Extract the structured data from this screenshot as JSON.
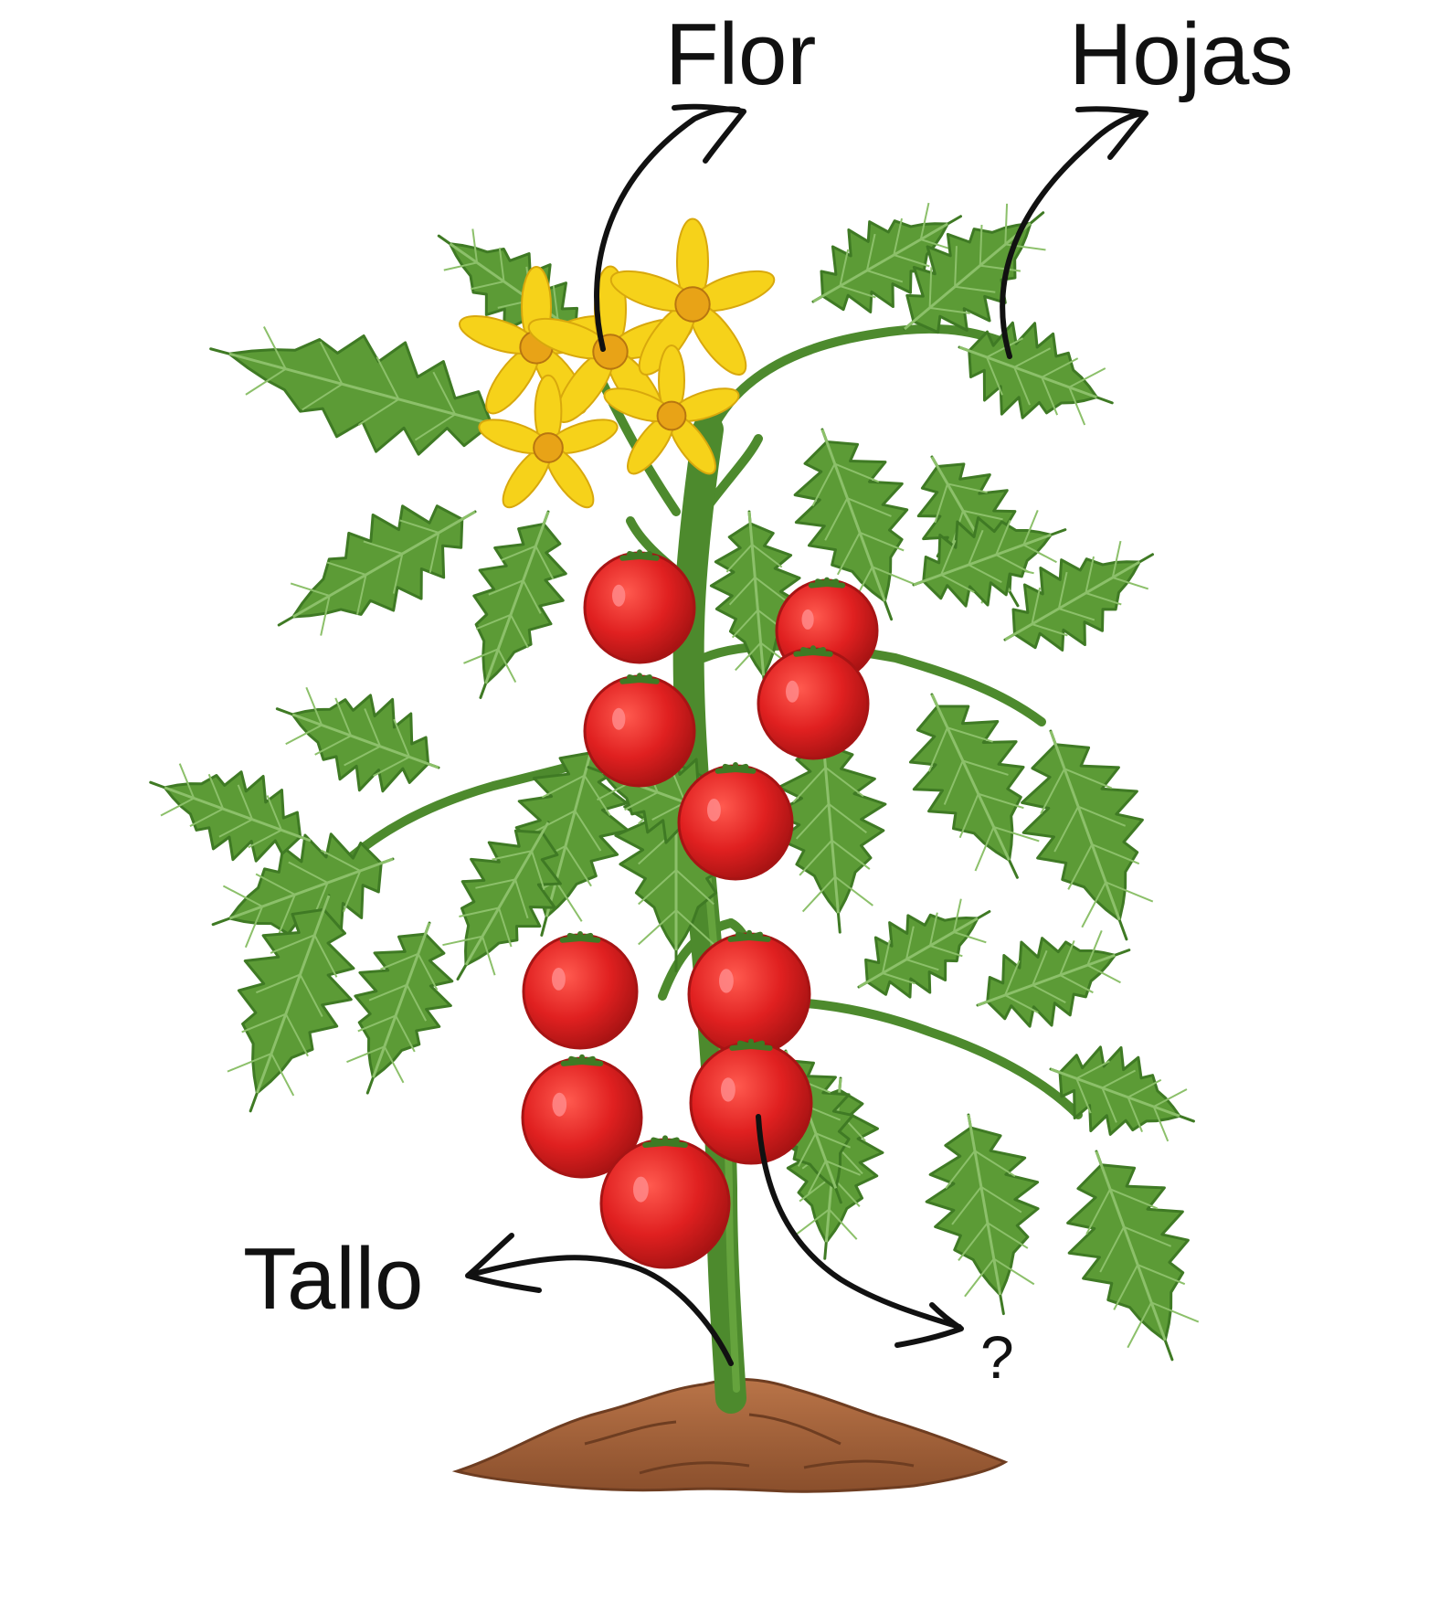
{
  "labels": {
    "flower": "Flor",
    "leaves": "Hojas",
    "stem": "Tallo",
    "unknown": "?"
  },
  "colors": {
    "leaf": "#5c9b36",
    "leaf_dark": "#3f7a24",
    "leaf_vein": "#8cc06a",
    "stem": "#4d8a2d",
    "tomato": "#d81f1f",
    "tomato_dark": "#a71414",
    "tomato_highlight": "#ff8a8a",
    "flower": "#f6d21a",
    "flower_center": "#e8a317",
    "soil": "#a5643c",
    "soil_dark": "#7a4526",
    "arrow": "#111111"
  },
  "icons": {
    "flower": "flower-icon",
    "leaf": "leaf-icon",
    "tomato": "tomato-icon",
    "soil": "soil-icon"
  }
}
